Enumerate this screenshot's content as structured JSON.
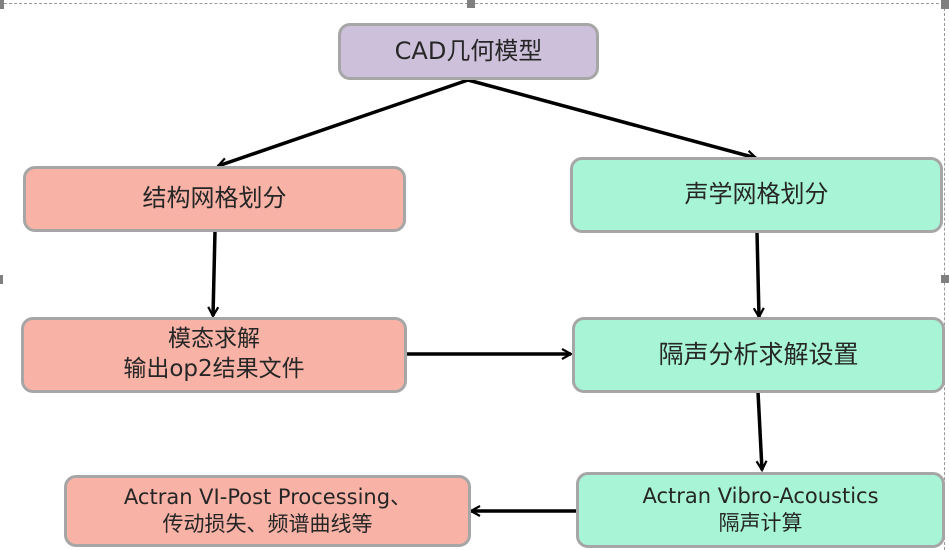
{
  "diagram": {
    "nodes": {
      "cad": {
        "lines": [
          "CAD几何模型"
        ],
        "color": "#ccc0da"
      },
      "struct_mesh": {
        "lines": [
          "结构网格划分"
        ],
        "color": "#f8b3a6"
      },
      "acoustic_mesh": {
        "lines": [
          "声学网格划分"
        ],
        "color": "#a7f5d6"
      },
      "modal_solve": {
        "lines": [
          "模态求解",
          "输出op2结果文件"
        ],
        "color": "#f8b3a6"
      },
      "tl_setup": {
        "lines": [
          "隔声分析求解设置"
        ],
        "color": "#a7f5d6"
      },
      "vibro_acoustics": {
        "lines": [
          "Actran Vibro-Acoustics",
          "隔声计算"
        ],
        "color": "#a7f5d6"
      },
      "post_processing": {
        "lines": [
          "Actran VI-Post Processing、",
          "传动损失、频谱曲线等"
        ],
        "color": "#f8b3a6"
      }
    },
    "edges": [
      {
        "from": "cad",
        "to": "struct_mesh"
      },
      {
        "from": "cad",
        "to": "acoustic_mesh"
      },
      {
        "from": "struct_mesh",
        "to": "modal_solve"
      },
      {
        "from": "acoustic_mesh",
        "to": "tl_setup"
      },
      {
        "from": "modal_solve",
        "to": "tl_setup"
      },
      {
        "from": "tl_setup",
        "to": "vibro_acoustics"
      },
      {
        "from": "vibro_acoustics",
        "to": "post_processing"
      }
    ],
    "border_color": "#a6a6a6",
    "arrow_color": "#000000"
  }
}
